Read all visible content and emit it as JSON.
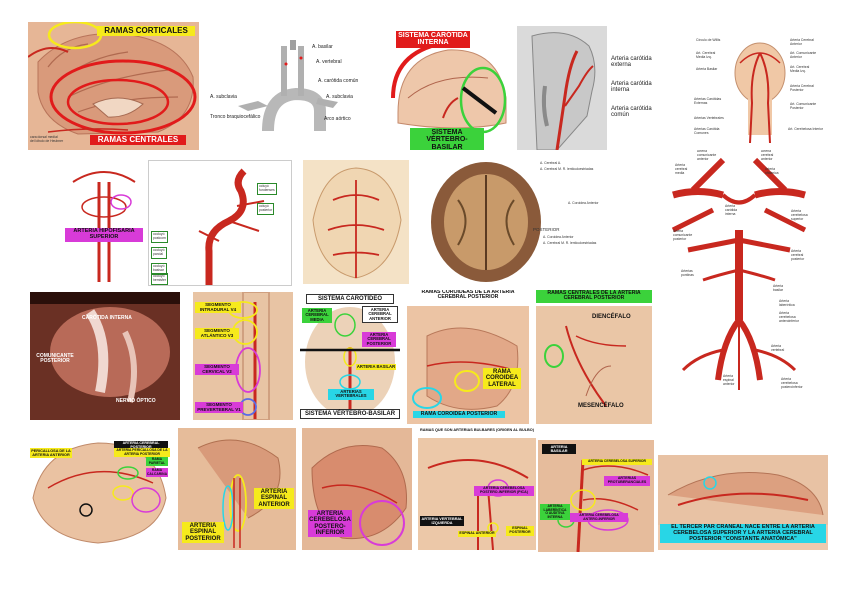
{
  "colors": {
    "yellow": "#f6ea1c",
    "red": "#e11b1b",
    "green": "#3bd23b",
    "cyan": "#28d6e6",
    "magenta": "#d83bd8",
    "artery": "#c8281f",
    "tissue": "#e9b99a",
    "brain": "#8a5a3a"
  },
  "p1": {
    "top": "RAMAS CORTICALES",
    "bottom": "RAMAS CENTRALES",
    "caption": "cara dorsal medial\ndel lóbulo de Heubner"
  },
  "p2": {
    "basilar": "A. basilar",
    "vertebral": "A. vertebral",
    "carotida": "A. carótida común",
    "subclavia_l": "A. subclavia",
    "subclavia_r": "A. subclavia",
    "tronco": "Tronco braquiocefálico",
    "arco": "Arco aórtico"
  },
  "p3": {
    "top": "SISTEMA CARÓTIDA\nINTERNA",
    "bottom": "SISTEMA VÉRTEBRO-\nBASILAR"
  },
  "p4": {
    "ext": "Arteria carótida\nexterna",
    "int": "Arteria carótida\ninterna",
    "com": "Arteria carótida\ncomún"
  },
  "p5": {
    "l1": "Círculo de Willis",
    "l2": "Art. Cerebral\nMedia Izq.",
    "l3": "Arteria Basilar",
    "l4": "Arterias Carótidas\nExternas",
    "l5": "Arterias Vertebrales",
    "l6": "Arterias Carótida\nComunes",
    "r1": "Arteria Cerebral\nAnterior",
    "r2": "Art. Comunicante\nAnterior",
    "r3": "Art. Cerebral\nMedia Izq.",
    "r4": "Arteria Cerebral\nPosterior",
    "r5": "Art. Comunicante\nPosterior",
    "r6": "Art. Cerebelosa Interior"
  },
  "p6": {
    "label": "ARTERIA HIPOFISARIA\nSUPERIOR"
  },
  "p7": {
    "b1": "occluyó\npostcom",
    "b2": "occluyó\nparcial",
    "b3": "occluyó\nbasisar",
    "b4": "occluyó\nhemisfer",
    "r1": "ocluyó\nfundenses",
    "r2": "ocluyó\nposterior"
  },
  "p9": {
    "l1": "A. Cerebral A.",
    "l2": "A. Cerebral M. R. lenticuloestriadas",
    "l3": "A. Coroidea Anterior",
    "l4": "POSTERIOR",
    "l5": "A. Coroidea Anterior",
    "l6": "A. Cerebral M. R. lenticuloestriadas"
  },
  "p10": {
    "l1": "Arteria\ncomunicante\nanterior",
    "l2": "Arteria\ncerebral\nmedia",
    "l3": "Arteria\ncerebral\nanterior",
    "l4": "Arteria\noftálmica",
    "l5": "Arteria\ncomunicante\nposterior",
    "l6": "Arteria\ncarótida\ninterna",
    "l7": "Arteria\ncerebelosa\nsuperior",
    "l8": "Arteria\ncerebral\nposterior",
    "l9": "Arterias\npontinas",
    "l10": "Arteria\nbasilar",
    "l11": "Arteria\nlaberíntica",
    "l12": "Arteria\ncerebelosa\nanteroinferior",
    "l13": "Arteria\nvertebral",
    "l14": "Arteria\nespinal\nanterior",
    "l15": "Arteria\ncerebelosa\nposteroinferior"
  },
  "p11": {
    "l1": "CARÓTIDA INTERNA",
    "l2": "COMUNICANTE\nPOSTERIOR",
    "l3": "NERVIO ÓPTICO"
  },
  "p12": {
    "l1": "SEGMENTO\nINTRADURAL V4",
    "l2": "SEGMENTO\nATLÁNTICO V3",
    "l3": "SEGMENTO\nCERVICAL V2",
    "l4": "SEGMENTO\nPREVERTEBRAL V1"
  },
  "p13": {
    "top": "SISTEMA CAROTÍDEO",
    "media": "ARTERIA\nCEREBRAL\nMEDIA",
    "anterior": "ARTERIA\nCEREBRAL\nANTERIOR",
    "posterior": "ARTERIA\nCEREBRAL\nPOSTERIOR",
    "basilar": "ARTERIA BASILAR",
    "vertebrales": "ARTERIAS VERTEBRALES",
    "bottom": "SISTEMA VÉRTEBRO-BASILAR"
  },
  "p14": {
    "title": "RAMAS COROIDEAS DE LA ARTERIA\nCEREBRAL POSTERIOR",
    "rama": "RAMA\nCOROIDEA\nLATERAL",
    "rama_post": "RAMA COROIDEA POSTERIOR"
  },
  "p15": {
    "title": "RAMAS CENTRALES DE LA ARTERIA\nCEREBRAL POSTERIOR",
    "dien": "DIENCÉFALO",
    "mes": "MESENCÉFALO"
  },
  "p16": {
    "l1": "PERICALLOSA DE LA\nARTERIA ANTERIOR",
    "l2": "ARTERIA CEREBRAL POSTERIOR",
    "l3": "ARTERIA PERICALLOSA DE LA\nARTERIA POSTERIOR",
    "l4": "RAMA\nPARIETAL",
    "l5": "RAMA\nCALCARINA"
  },
  "p17": {
    "l1": "ARTERIA\nESPINAL\nPOSTERIOR",
    "l2": "ARTERIA\nESPINAL\nANTERIOR"
  },
  "p18": {
    "label": "ARTERIA\nCEREBELOSA\nPOSTERO-\nINFERIOR"
  },
  "p19": {
    "title": "RAMAS QUE SON ARTERIAS BULBARES (ORIGEN AL BULBO)",
    "l1": "ARTERIA CEREBELOSA\nPOSTERO-INFERIOR (PICA)",
    "l2": "ARTERIA VERTEBRAL\nIZQUIERDA",
    "l3": "ESPINAL ANTERIOR",
    "l4": "ESPINAL\nPOSTERIOR"
  },
  "p20": {
    "l1": "ARTERIA BASILAR",
    "l2": "ARTERIA CEREBELOSA SUPERIOR",
    "l3": "ARTERIAS\nPROTUBERANCIALES",
    "l4": "ARTERIA\nLABERÍNTICA\nO AUDITIVA\nINTERNA",
    "l5": "ARTERIA CEREBELOSA\nANTERO-INFERIOR"
  },
  "p21": {
    "caption": "EL TERCER PAR CRANEAL NACE ENTRE LA ARTERIA\nCEREBELOSA SUPERIOR Y LA ARTERIA CEREBRAL\nPOSTERIOR \"CONSTANTE ANATÓMICA\""
  }
}
